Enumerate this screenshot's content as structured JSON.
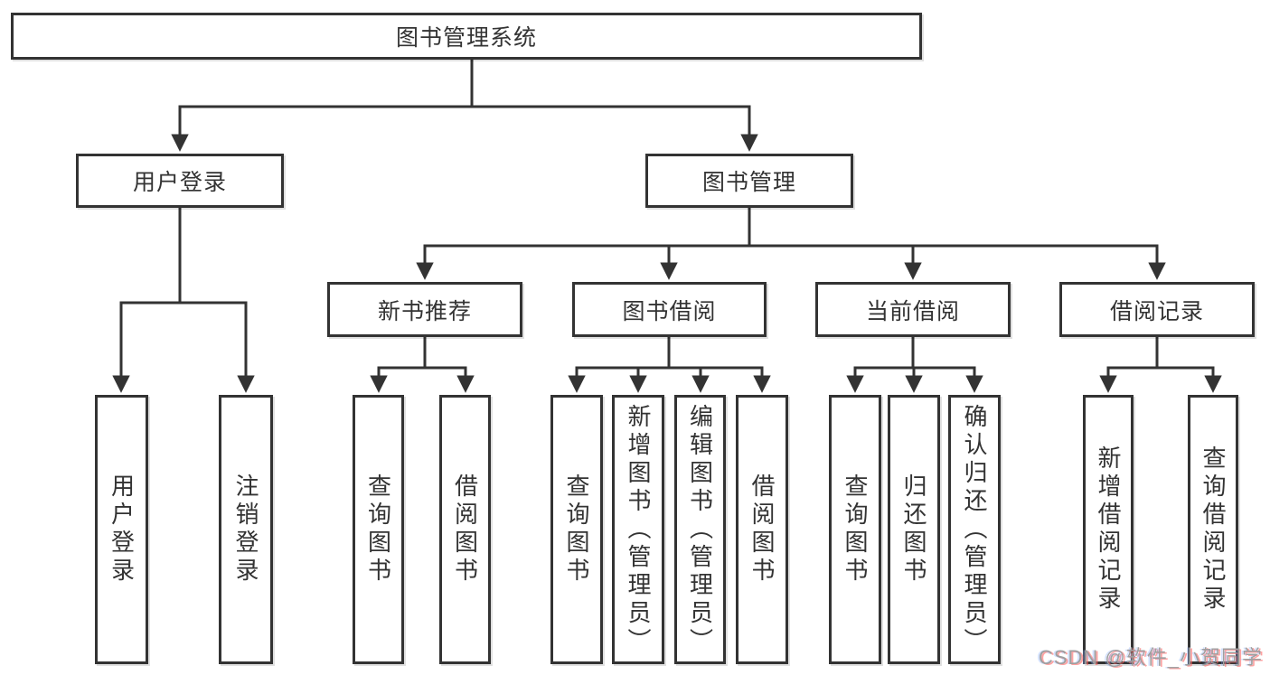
{
  "diagram": {
    "title": "图书管理系统",
    "colors": {
      "line": "#333333",
      "box_border": "#333333",
      "text": "#333333",
      "background": "#ffffff",
      "watermark_gray": "#9f9f9f",
      "watermark_red": "#ff6464"
    }
  },
  "tree": {
    "root": {
      "label": "图书管理系统"
    },
    "children": [
      {
        "label": "用户登录",
        "children": [
          {
            "label": "用户登录"
          },
          {
            "label": "注销登录"
          }
        ]
      },
      {
        "label": "图书管理",
        "children": [
          {
            "label": "新书推荐",
            "children": [
              {
                "label": "查询图书"
              },
              {
                "label": "借阅图书"
              }
            ]
          },
          {
            "label": "图书借阅",
            "children": [
              {
                "label": "查询图书"
              },
              {
                "label": "新增图书（管理员）"
              },
              {
                "label": "编辑图书（管理员）"
              },
              {
                "label": "借阅图书"
              }
            ]
          },
          {
            "label": "当前借阅",
            "children": [
              {
                "label": "查询图书"
              },
              {
                "label": "归还图书"
              },
              {
                "label": "确认归还（管理员）"
              }
            ]
          },
          {
            "label": "借阅记录",
            "children": [
              {
                "label": "新增借阅记录"
              },
              {
                "label": "查询借阅记录"
              }
            ]
          }
        ]
      }
    ]
  },
  "watermark": {
    "text": "CSDN @软件_小贺同学"
  }
}
